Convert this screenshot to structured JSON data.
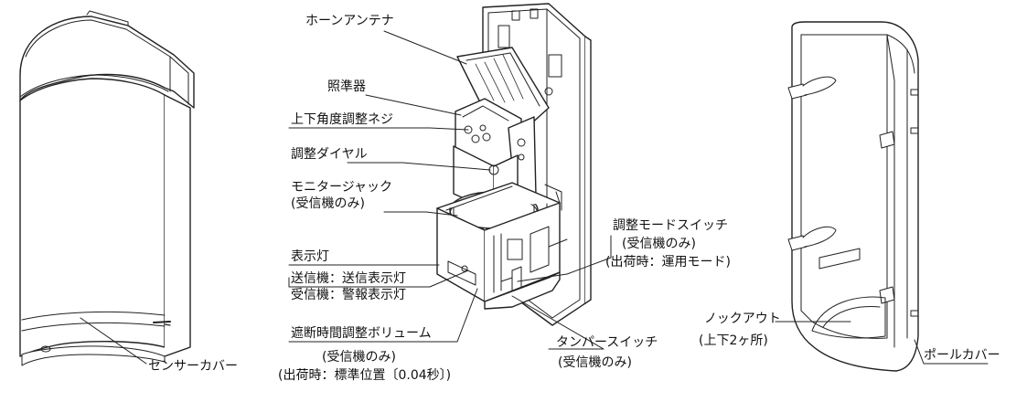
{
  "labels": {
    "horn_antenna": "ホーンアンテナ",
    "sight": "照準器",
    "vertical_angle_screw": "上下角度調整ネジ",
    "adjust_dial": "調整ダイヤル",
    "monitor_jack": "モニタージャック",
    "monitor_jack_note": "(受信機のみ)",
    "indicator_lamp": "表示灯",
    "indicator_tx": "送信機：送信表示灯",
    "indicator_rx": "受信機：警報表示灯",
    "cutoff_volume": "遮断時間調整ボリューム",
    "cutoff_volume_note1": "(受信機のみ)",
    "cutoff_volume_note2": "(出荷時：標準位置〔0.04秒〕)",
    "adjust_mode_switch": "調整モードスイッチ",
    "adjust_mode_note1": "(受信機のみ)",
    "adjust_mode_note2": "(出荷時：運用モード)",
    "tamper_switch": "タンパースイッチ",
    "tamper_switch_note": "(受信機のみ)",
    "knockout": "ノックアウト",
    "knockout_note": "(上下2ヶ所)",
    "sensor_cover": "センサーカバー",
    "pole_cover": "ポールカバー"
  }
}
